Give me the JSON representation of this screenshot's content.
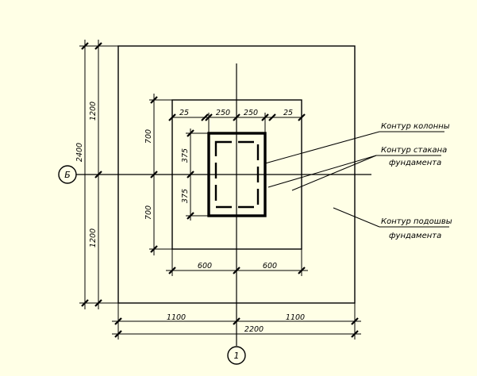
{
  "axes": {
    "horizontal": "Б",
    "vertical": "1"
  },
  "dimensions": {
    "top_25_left": "25",
    "top_250_left": "250",
    "top_250_right": "250",
    "top_25_right": "25",
    "left_700_upper": "700",
    "left_700_lower": "700",
    "left_375_upper": "375",
    "left_375_lower": "375",
    "outer_2400": "2400",
    "outer_1200_upper": "1200",
    "outer_1200_lower": "1200",
    "bottom_600_left": "600",
    "bottom_600_right": "600",
    "bottom_1100_left": "1100",
    "bottom_1100_right": "1100",
    "bottom_2200": "2200"
  },
  "labels": {
    "column_contour": "Контур колонны",
    "socket_contour_l1": "Контур стакана",
    "socket_contour_l2": "фундамента",
    "base_contour_l1": "Контур подошвы",
    "base_contour_l2": "фундамента"
  }
}
